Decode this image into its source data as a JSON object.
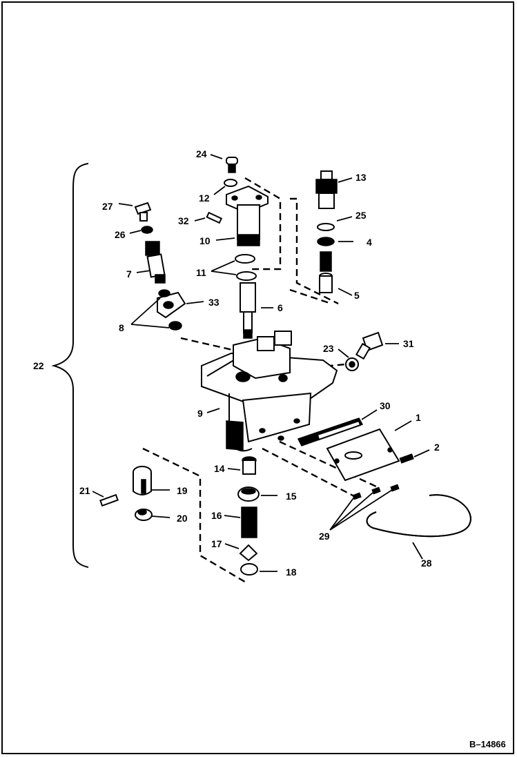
{
  "figure_id": "B–14866",
  "callouts": {
    "c1": "1",
    "c2": "2",
    "c4": "4",
    "c5": "5",
    "c6": "6",
    "c7": "7",
    "c8": "8",
    "c9": "9",
    "c10": "10",
    "c11": "11",
    "c12": "12",
    "c13": "13",
    "c14": "14",
    "c15": "15",
    "c16": "16",
    "c17": "17",
    "c18": "18",
    "c19": "19",
    "c20": "20",
    "c21": "21",
    "c22": "22",
    "c23": "23",
    "c24": "24",
    "c25": "25",
    "c26": "26",
    "c27": "27",
    "c28": "28",
    "c29": "29",
    "c30": "30",
    "c31": "31",
    "c32": "32",
    "c33": "33"
  }
}
